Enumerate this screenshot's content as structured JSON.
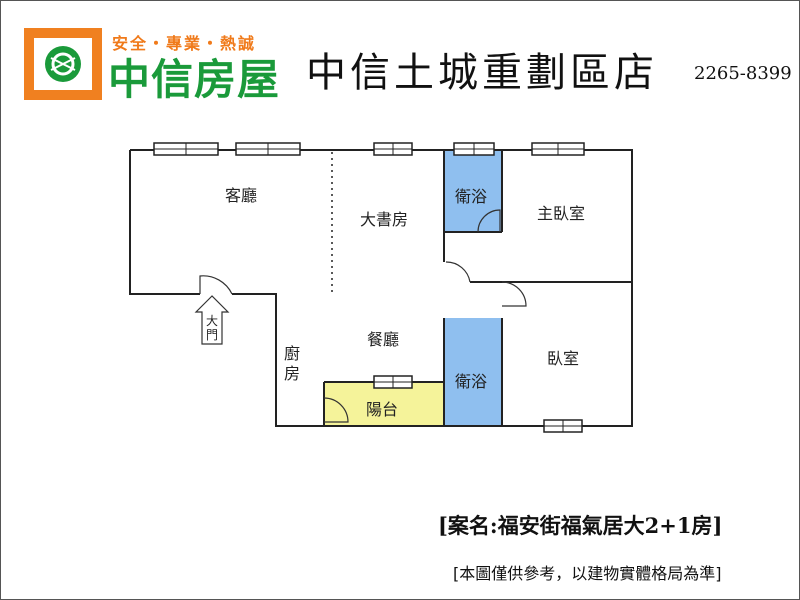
{
  "header": {
    "slogan": "安全・專業・熱誠",
    "brand": "中信房屋",
    "store": "中信土城重劃區店",
    "phone": "2265-8399"
  },
  "rooms": {
    "living": "客廳",
    "study": "大書房",
    "bath1": "衛浴",
    "master": "主臥室",
    "dining": "餐廳",
    "kitchen_1": "廚",
    "kitchen_2": "房",
    "bath2": "衛浴",
    "bedroom": "臥室",
    "balcony": "陽台",
    "door_1": "大",
    "door_2": "門"
  },
  "footer": {
    "case": "[案名:福安街福氣居大2+1房]",
    "note": "[本圖僅供參考，以建物實體格局為準]"
  },
  "colors": {
    "brand_green": "#1a9a3a",
    "brand_orange": "#f08020",
    "bath_blue": "#8fbfef",
    "balcony_yellow": "#f5f39a"
  }
}
